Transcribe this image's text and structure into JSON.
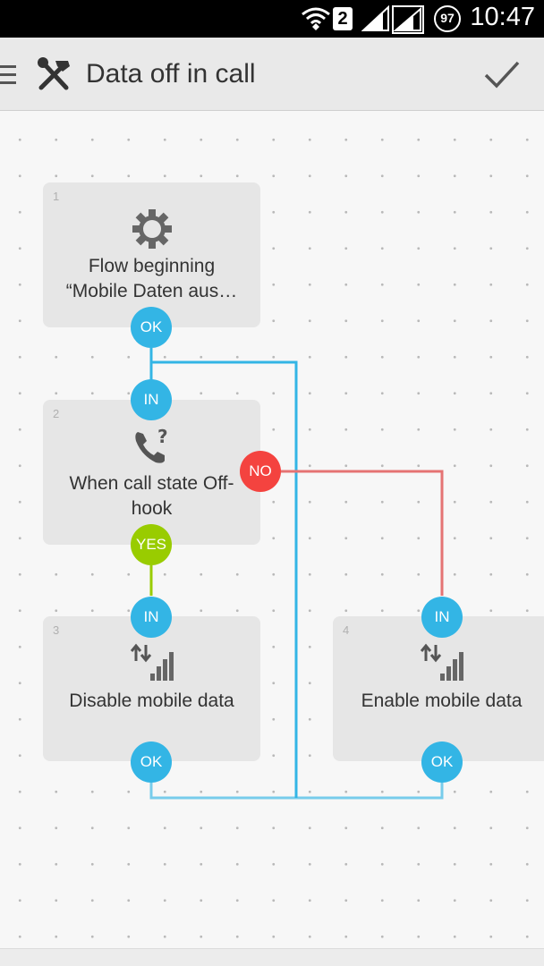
{
  "status_bar": {
    "time": "10:47",
    "sim_label": "2",
    "battery_level": "97"
  },
  "action_bar": {
    "title": "Data off in call"
  },
  "colors": {
    "port_blue": "#33b5e5",
    "port_red": "#f4433f",
    "port_green": "#99cc00",
    "wire_red": "#e57373"
  },
  "blocks": [
    {
      "number": "1",
      "label_line1": "Flow beginning",
      "label_line2": "“Mobile Daten aus…",
      "icon": "gear-icon",
      "ports": [
        "OK"
      ]
    },
    {
      "number": "2",
      "label_line1": "When call state Off-",
      "label_line2": "hook",
      "icon": "phone-question-icon",
      "ports": [
        "IN",
        "NO",
        "YES"
      ]
    },
    {
      "number": "3",
      "label_line1": "Disable mobile data",
      "icon": "mobile-data-icon",
      "ports": [
        "IN",
        "OK"
      ]
    },
    {
      "number": "4",
      "label_line1": "Enable mobile data",
      "icon": "mobile-data-icon",
      "ports": [
        "IN",
        "OK"
      ]
    }
  ]
}
